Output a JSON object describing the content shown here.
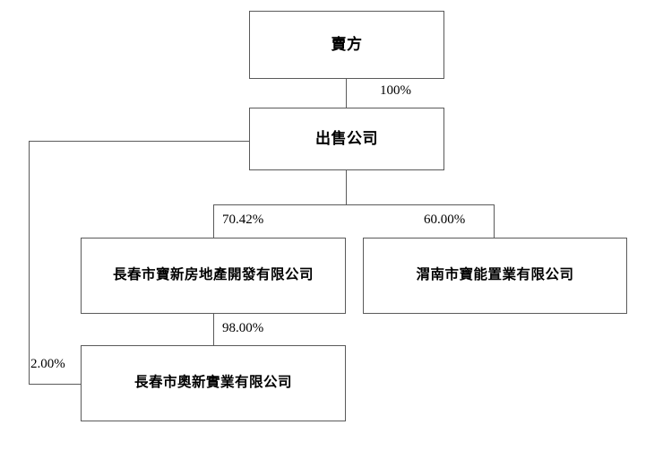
{
  "diagram": {
    "type": "org-ownership-chart",
    "title_visible": false,
    "background_color": "#ffffff",
    "line_color": "#5a5a5a",
    "text_color": "#000000",
    "nodes": [
      {
        "id": "seller",
        "label": "賣方"
      },
      {
        "id": "selling-company",
        "label": "出售公司"
      },
      {
        "id": "baoxin",
        "label": "長春市寶新房地產開發有限公司"
      },
      {
        "id": "baoneng",
        "label": "渭南市寶能置業有限公司"
      },
      {
        "id": "aoxin",
        "label": "長春市奧新實業有限公司"
      }
    ],
    "edges": [
      {
        "from": "seller",
        "to": "selling-company",
        "label": "100%"
      },
      {
        "from": "selling-company",
        "to": "baoxin",
        "label": "70.42%"
      },
      {
        "from": "selling-company",
        "to": "baoneng",
        "label": "60.00%"
      },
      {
        "from": "baoxin",
        "to": "aoxin",
        "label": "98.00%"
      },
      {
        "from": "selling-company",
        "to": "aoxin",
        "label": "2.00%"
      }
    ]
  }
}
